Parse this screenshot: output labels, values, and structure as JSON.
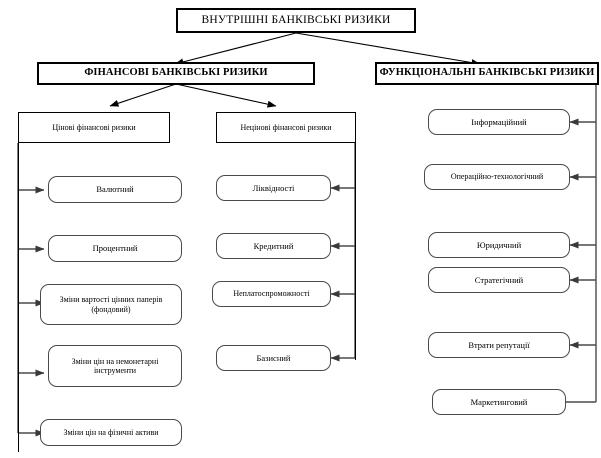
{
  "diagram": {
    "type": "tree-hierarchy",
    "language": "uk",
    "root": {
      "label": "ВНУТРІШНІ БАНКІВСЬКІ РИЗИКИ"
    },
    "level2": [
      {
        "id": "financial",
        "label": "ФІНАНСОВІ БАНКІВСЬКІ РИЗИКИ"
      },
      {
        "id": "functional",
        "label": "ФУНКЦІОНАЛЬНІ БАНКІВСЬКІ РИЗИКИ"
      }
    ],
    "groups": [
      {
        "id": "price",
        "label": "Цінові фінансові ризики"
      },
      {
        "id": "nonprice",
        "label": "Нецінові фінансові ризики"
      }
    ],
    "price_items": [
      {
        "label": "Валютний"
      },
      {
        "label": "Процентний"
      },
      {
        "label": "Зміни вартості цінних паперів (фондовий)"
      },
      {
        "label": "Зміни цін на немонетарні інструменти"
      },
      {
        "label": "Зміни цін на фізичні активи"
      }
    ],
    "nonprice_items": [
      {
        "label": "Ліквідності"
      },
      {
        "label": "Кредитний"
      },
      {
        "label": "Неплатоспроможності"
      },
      {
        "label": "Базисний"
      }
    ],
    "functional_items": [
      {
        "label": "Інформаційний"
      },
      {
        "label": "Операційно-технологічний"
      },
      {
        "label": "Юридичний"
      },
      {
        "label": "Стратегічний"
      },
      {
        "label": "Втрати репутації"
      },
      {
        "label": "Маркетинговий"
      }
    ],
    "colors": {
      "background": "#ffffff",
      "stroke": "#000000",
      "leaf_stroke": "#4a4a4a",
      "text": "#000000"
    }
  }
}
